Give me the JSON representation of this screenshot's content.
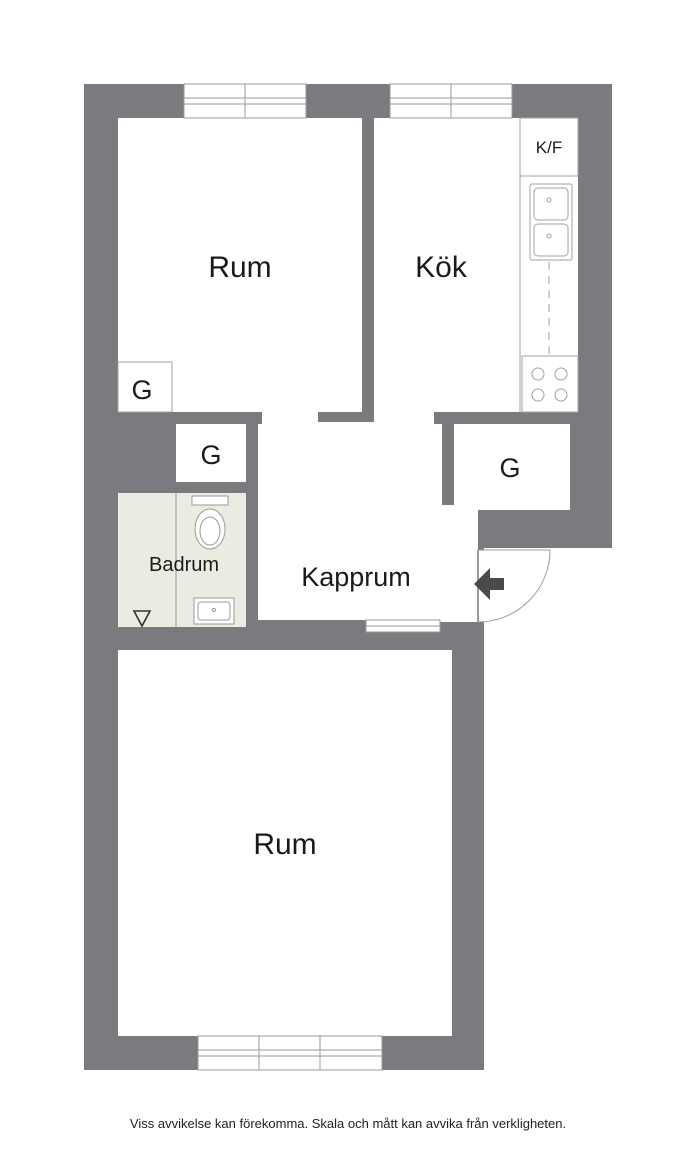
{
  "rooms": {
    "rum_top": "Rum",
    "kok": "Kök",
    "kapprum": "Kapprum",
    "badrum": "Badrum",
    "rum_bottom": "Rum"
  },
  "closets": {
    "rum_top": "G",
    "hall_left": "G",
    "hall_right": "G"
  },
  "appliances": {
    "fridge_freezer": "K/F"
  },
  "footer": {
    "disclaimer": "Viss avvikelse kan förekomma. Skala och mått kan avvika från verkligheten."
  },
  "colors": {
    "wall": "#7a7b7e",
    "floor": "#ffffff",
    "bathroom_floor": "#ecebe1",
    "fixture_line": "#a0a0a0"
  }
}
